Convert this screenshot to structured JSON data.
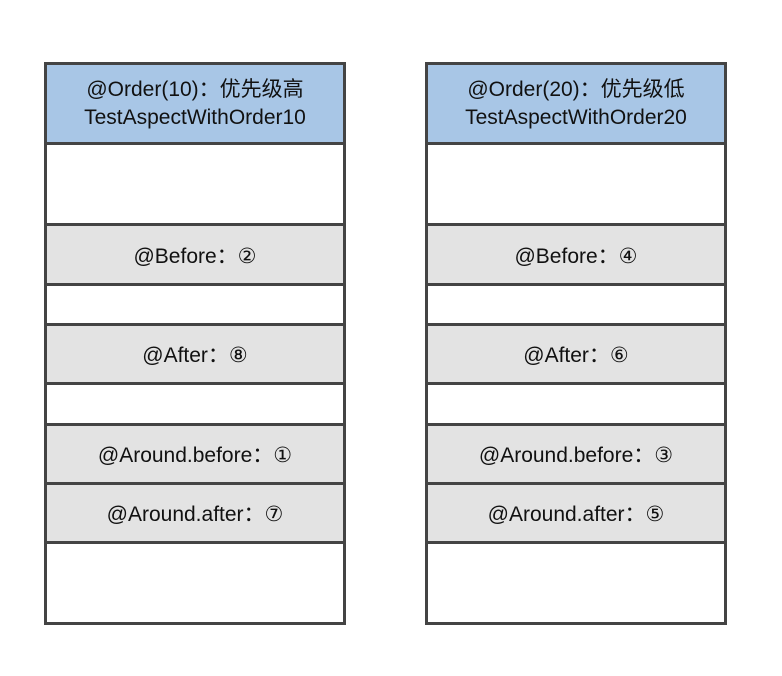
{
  "columns": [
    {
      "header_line1": "@Order(10)：优先级高",
      "header_line2": "TestAspectWithOrder10",
      "before": "@Before：②",
      "after": "@After：⑧",
      "around_before": "@Around.before：①",
      "around_after": "@Around.after：⑦"
    },
    {
      "header_line1": "@Order(20)：优先级低",
      "header_line2": "TestAspectWithOrder20",
      "before": "@Before：④",
      "after": "@After：⑥",
      "around_before": "@Around.before：③",
      "around_after": "@Around.after：⑤"
    }
  ],
  "colors": {
    "header_fill": "#a8c6e6",
    "cell_fill": "#e3e3e3",
    "border": "#444444"
  }
}
